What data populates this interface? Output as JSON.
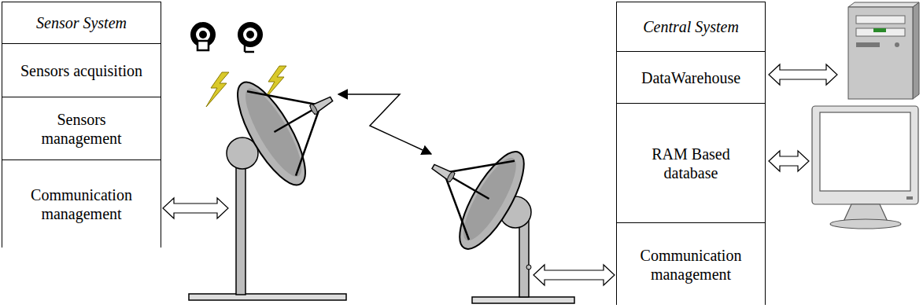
{
  "diagram": {
    "nodes": [
      {
        "text": [
          "Sensor System"
        ]
      },
      {
        "text": [
          "Sensors acquisition"
        ],
        "in": 0
      },
      {
        "text": [
          "Sensors management"
        ],
        "in": 0
      },
      {
        "text": [
          "Communication management"
        ],
        "in": 0
      },
      {
        "text": [
          "Central System"
        ]
      },
      {
        "text": [
          "DataWarehouse"
        ],
        "in": 4
      },
      {
        "text": [
          "RAM Based database"
        ],
        "in": 4
      },
      {
        "text": [
          "Communication management"
        ],
        "in": 4
      }
    ]
  }
}
